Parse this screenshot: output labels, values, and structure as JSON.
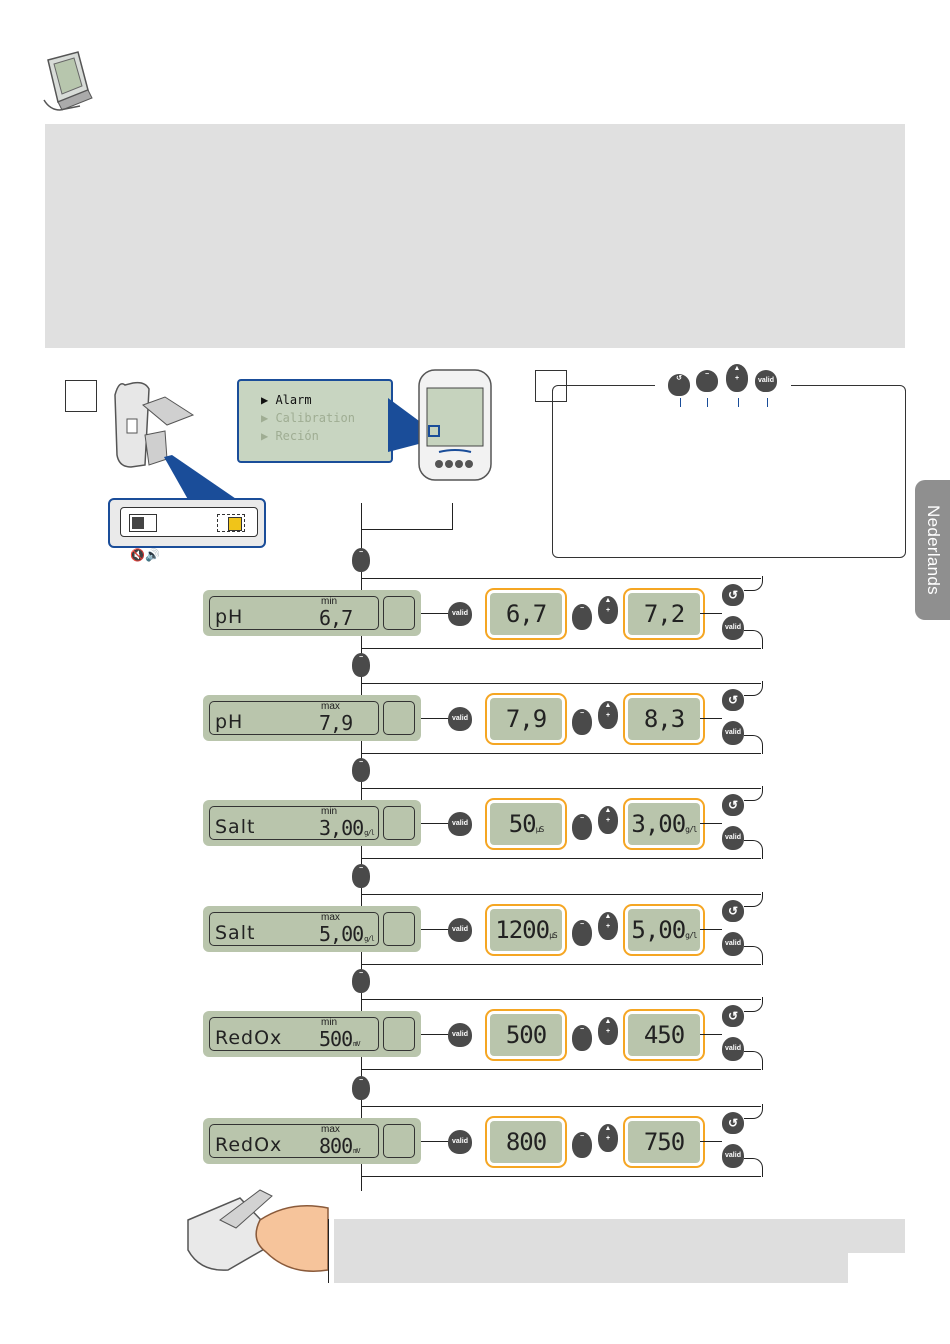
{
  "side_tab": {
    "label": "Nederlands"
  },
  "alarm_menu": {
    "items": [
      "Alarm",
      "Calibration",
      "Reción"
    ]
  },
  "buttons": {
    "valid_label": "valid"
  },
  "alarm_rows": [
    {
      "param": "pH",
      "limit": "min",
      "value": "6,7",
      "unit": "",
      "option_a": "6,7",
      "option_a_unit": "",
      "option_b": "7,2",
      "option_b_unit": ""
    },
    {
      "param": "pH",
      "limit": "max",
      "value": "7,9",
      "unit": "",
      "option_a": "7,9",
      "option_a_unit": "",
      "option_b": "8,3",
      "option_b_unit": ""
    },
    {
      "param": "Salt",
      "limit": "min",
      "value": "3,00",
      "unit": "g/l",
      "option_a": "50",
      "option_a_unit": "µS",
      "option_b": "3,00",
      "option_b_unit": "g/l"
    },
    {
      "param": "Salt",
      "limit": "max",
      "value": "5,00",
      "unit": "g/l",
      "option_a": "1200",
      "option_a_unit": "µS",
      "option_b": "5,00",
      "option_b_unit": "g/l"
    },
    {
      "param": "RedOx",
      "limit": "min",
      "value": "500",
      "unit": "mV",
      "option_a": "500",
      "option_a_unit": "",
      "option_b": "450",
      "option_b_unit": ""
    },
    {
      "param": "RedOx",
      "limit": "max",
      "value": "800",
      "unit": "mV",
      "option_a": "800",
      "option_a_unit": "",
      "option_b": "750",
      "option_b_unit": ""
    }
  ]
}
